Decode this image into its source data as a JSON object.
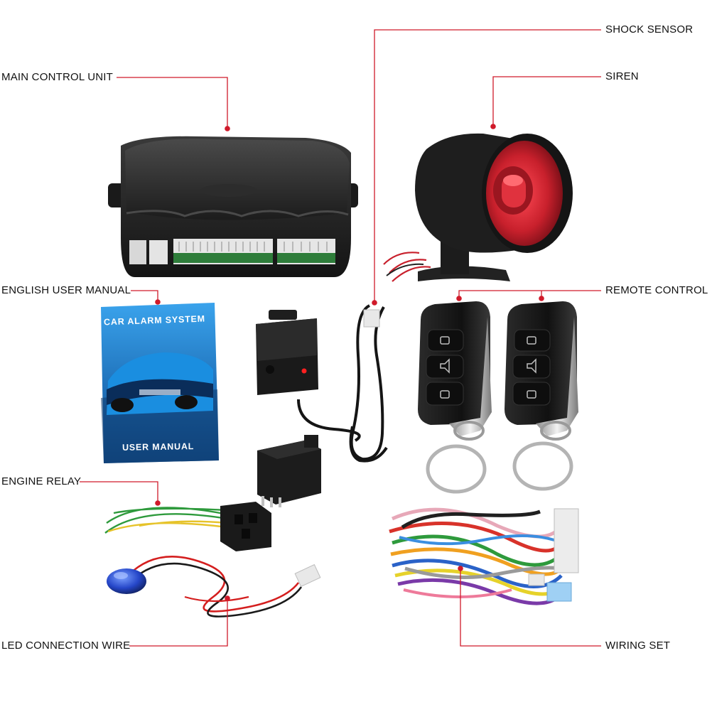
{
  "components": {
    "main_control_unit": "MAIN CONTROL UNIT",
    "shock_sensor": "SHOCK SENSOR",
    "siren": "SIREN",
    "english_user_manual": "ENGLISH USER MANUAL",
    "remote_control": "REMOTE CONTROL",
    "engine_relay": "ENGINE RELAY",
    "led_connection_wire": "LED CONNECTION WIRE",
    "wiring_set": "WIRING SET"
  },
  "manual_cover": {
    "title": "CAR ALARM SYSTEM",
    "footer": "USER MANUAL"
  },
  "colors": {
    "leader_lines": "#d01a2a",
    "label_text": "#111111",
    "device_body": "#1e1e1e",
    "siren_cone": "#c8202c",
    "manual_cover": "#2e8fd6",
    "led_lens": "#2546c8"
  }
}
